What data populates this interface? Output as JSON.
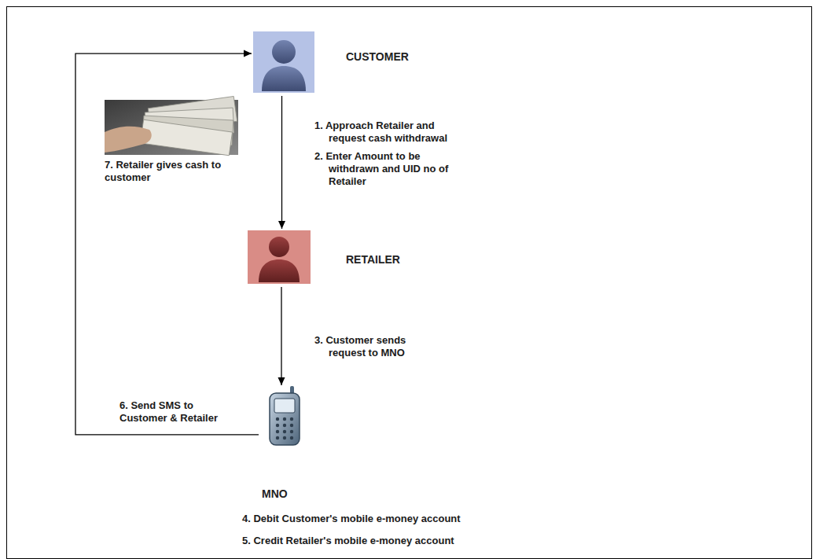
{
  "diagram": {
    "nodes": [
      {
        "text": [
          "CUSTOMER"
        ]
      },
      {
        "text": [
          "RETAILER"
        ]
      },
      {
        "text": [
          "MNO"
        ]
      }
    ],
    "edges": [
      {
        "from": 0,
        "to": 1,
        "arrow": "to"
      },
      {
        "from": 1,
        "to": 2,
        "arrow": "to",
        "label": "3. Customer sends request to MNO"
      },
      {
        "from": 2,
        "to": 0,
        "arrow": "to",
        "label": "6. Send SMS to Customer & Retailer"
      }
    ],
    "labels": [
      "1. Approach Retailer and request cash withdrawal",
      "2. Enter Amount to be withdrawn and UID no of Retailer",
      "7. Retailer gives cash to customer",
      "4. Debit Customer's mobile e-money account",
      "5. Credit Retailer's mobile e-money account"
    ]
  }
}
